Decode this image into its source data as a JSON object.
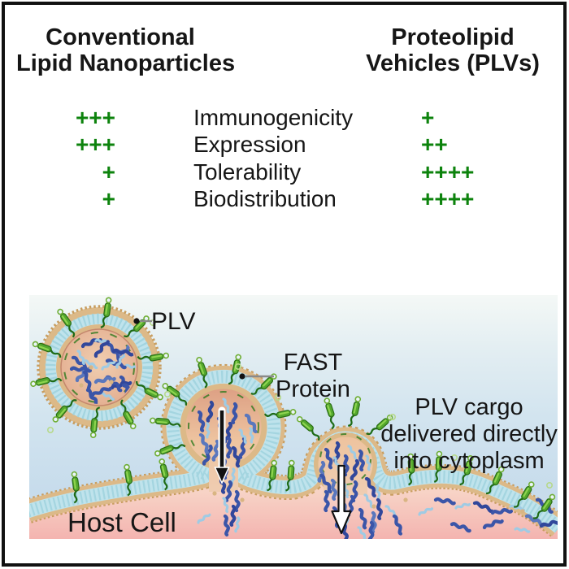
{
  "header": {
    "left": {
      "line1": "Conventional",
      "line2": "Lipid Nanoparticles"
    },
    "right": {
      "line1": "Proteolipid",
      "line2": "Vehicles (PLVs)"
    }
  },
  "comparison": {
    "rows": [
      {
        "metric": "Immunogenicity",
        "lnp_rating": "+++",
        "plv_rating": "+"
      },
      {
        "metric": "Expression",
        "lnp_rating": "+++",
        "plv_rating": "++"
      },
      {
        "metric": "Tolerability",
        "lnp_rating": "+",
        "plv_rating": "++++"
      },
      {
        "metric": "Biodistribution",
        "lnp_rating": "+",
        "plv_rating": "++++"
      }
    ],
    "plus_color": "#0d830d"
  },
  "illustration": {
    "labels": {
      "plv": "PLV",
      "fast_line1": "FAST",
      "fast_line2": "Protein",
      "cargo_line1": "PLV cargo",
      "cargo_line2": "delivered directly",
      "cargo_line3": "into cytoplasm",
      "host_cell": "Host Cell"
    },
    "colors": {
      "membrane_tan": "#dcb988",
      "membrane_blue": "#bfe3ec",
      "protein_green": "#54a82e",
      "cargo_dark_blue": "#3b55a8",
      "cargo_light_blue": "#9fcbe4",
      "cell_pink": "#f5b9b3",
      "sky_blue": "#cfe3ee"
    }
  }
}
